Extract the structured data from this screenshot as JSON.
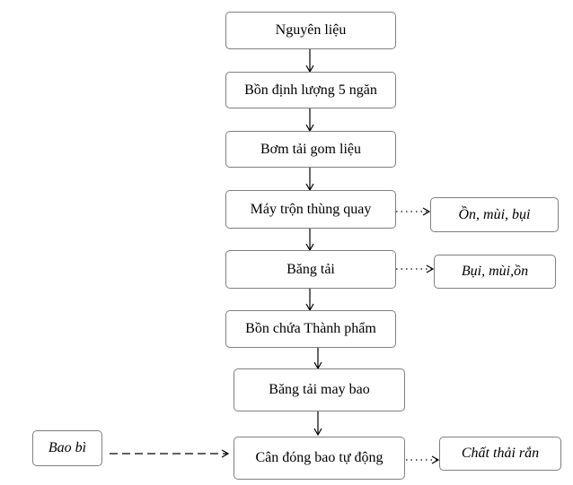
{
  "diagram": {
    "process_steps": [
      "Nguyên liệu",
      "Bồn định lượng 5 ngăn",
      "Bơm tải gom liệu",
      "Máy trộn thùng quay",
      "Băng tải",
      "Bồn chứa Thành phẩm",
      "Băng tải may bao",
      "Cân đóng bao tự động"
    ],
    "emissions": [
      "Ồn, mùi, bụi",
      "Bụi, mùi,ồn",
      "Chất thải rắn"
    ],
    "input_material": "Bao bì",
    "colors": {
      "box_border": "#7f7f7f",
      "line": "#000000",
      "background": "#ffffff"
    }
  }
}
